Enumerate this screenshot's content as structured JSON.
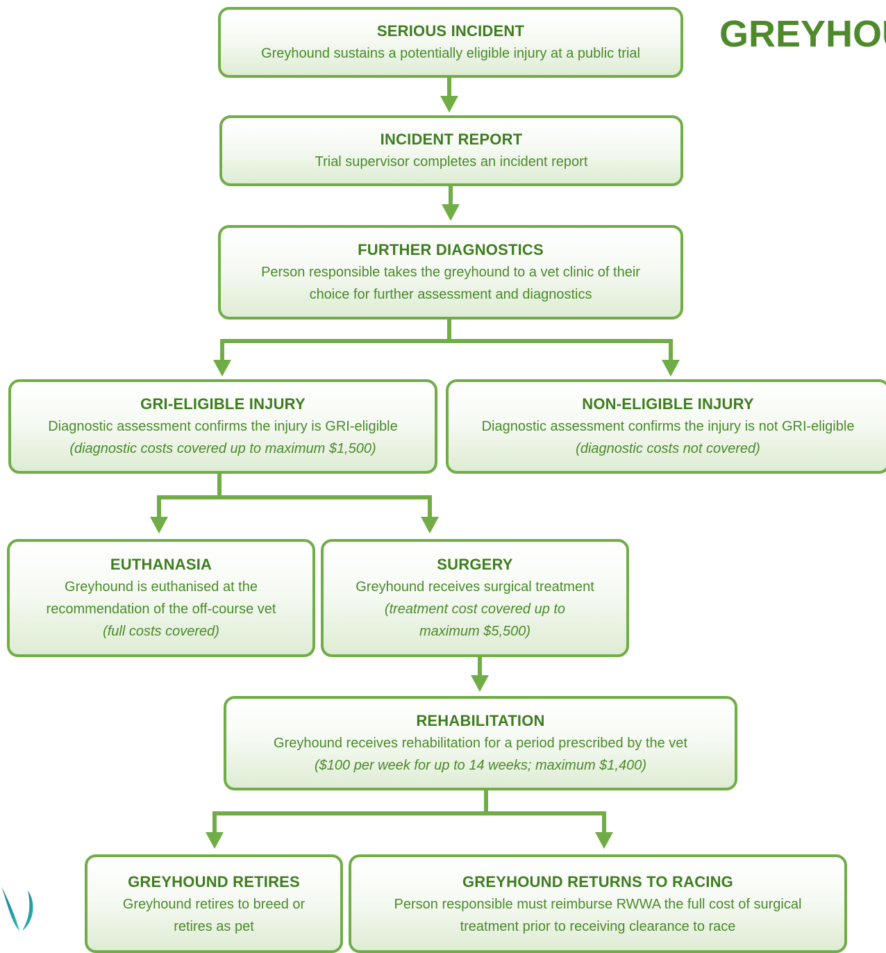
{
  "heading": "GREYHOU",
  "nodes": {
    "serious_incident": {
      "title": "SERIOUS INCIDENT",
      "text": "Greyhound sustains a potentially eligible injury at a public trial"
    },
    "incident_report": {
      "title": "INCIDENT REPORT",
      "text": "Trial supervisor completes an incident report"
    },
    "further_diagnostics": {
      "title": "FURTHER DIAGNOSTICS",
      "line1": "Person responsible takes the greyhound to a vet clinic of their",
      "line2": "choice for further assessment and diagnostics"
    },
    "gri_eligible": {
      "title": "GRI-ELIGIBLE INJURY",
      "text": "Diagnostic assessment confirms the injury is GRI-eligible",
      "note": "(diagnostic costs covered up to maximum $1,500)"
    },
    "non_eligible": {
      "title": "NON-ELIGIBLE INJURY",
      "text": "Diagnostic assessment confirms the injury is not GRI-eligible",
      "note": "(diagnostic costs not covered)"
    },
    "euthanasia": {
      "title": "EUTHANASIA",
      "line1": "Greyhound is euthanised at the",
      "line2": "recommendation of the off-course vet",
      "note": "(full costs covered)"
    },
    "surgery": {
      "title": "SURGERY",
      "text": "Greyhound receives surgical treatment",
      "note1": "(treatment cost covered up to",
      "note2": "maximum $5,500)"
    },
    "rehabilitation": {
      "title": "REHABILITATION",
      "text": "Greyhound receives rehabilitation for a period prescribed by the vet",
      "note": "($100 per week for up to 14 weeks; maximum $1,400)"
    },
    "retires": {
      "title": "GREYHOUND RETIRES",
      "line1": "Greyhound retires to breed or",
      "line2": "retires as pet"
    },
    "returns": {
      "title": "GREYHOUND RETURNS TO RACING",
      "line1": "Person responsible must reimburse RWWA the full cost of surgical",
      "line2": "treatment prior to receiving clearance to race"
    }
  },
  "colors": {
    "accent": "#70ad47",
    "text": "#4a8a2a",
    "logo_teal": "#1fa0a6"
  },
  "logo_icon": "ribbon-logo-icon"
}
